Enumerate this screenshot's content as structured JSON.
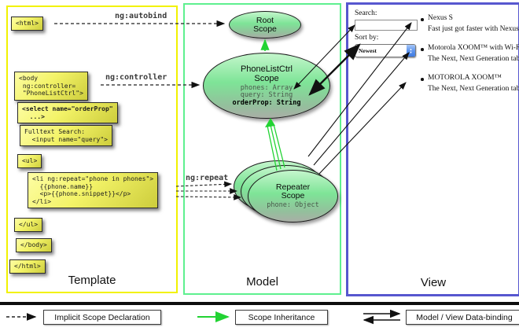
{
  "columns": {
    "template": {
      "label": "Template"
    },
    "model": {
      "label": "Model"
    },
    "view": {
      "label": "View"
    }
  },
  "template": {
    "boxes": {
      "html_open": "<html>",
      "body_open": "<body\n ng:controller=\n \"PhoneListCtrl\">",
      "select": "<select name=\"orderProp\"\n  ...>",
      "fulltext": "Fulltext Search:\n  <input name=\"query\">",
      "ul_open": "<ul>",
      "li_repeat": "<li ng:repeat=\"phone in phones\">\n  {{phone.name}}\n  <p>{{phone.snippet}}</p>\n</li>",
      "ul_close": "</ul>",
      "body_close": "</body>",
      "html_close": "</html>"
    },
    "directives": {
      "autobind": "ng:autobind",
      "controller": "ng:controller",
      "repeat": "ng:repeat"
    }
  },
  "model": {
    "root_scope": {
      "title": "Root\nScope"
    },
    "phonelistctrl_scope": {
      "title": "PhoneListCtrl\nScope",
      "props": "phones: Array\nquery: String",
      "prop_bold": "orderProp: String"
    },
    "repeater_scope": {
      "title": "Repeater\nScope",
      "prop": "phone: Object"
    }
  },
  "view": {
    "search_label": "Search:",
    "search_value": "",
    "sort_label": "Sort by:",
    "sort_value": "Newest",
    "items": [
      {
        "title": "Nexus S",
        "desc": "Fast just got faster with Nexus S."
      },
      {
        "title": "Motorola XOOM™ with Wi-Fi",
        "desc": "The Next, Next Generation tablet."
      },
      {
        "title": "MOTOROLA XOOM™",
        "desc": "The Next, Next Generation tablet."
      }
    ]
  },
  "legend": {
    "implicit": "Implicit Scope Declaration",
    "inheritance": "Scope Inheritance",
    "binding": "Model / View Data-binding"
  },
  "colors": {
    "template_border": "#f2f200",
    "model_border": "#5ef08f",
    "view_border": "#5757cf",
    "scope_green_arrow": "#22d333",
    "box_yellow": "#f3f368"
  }
}
